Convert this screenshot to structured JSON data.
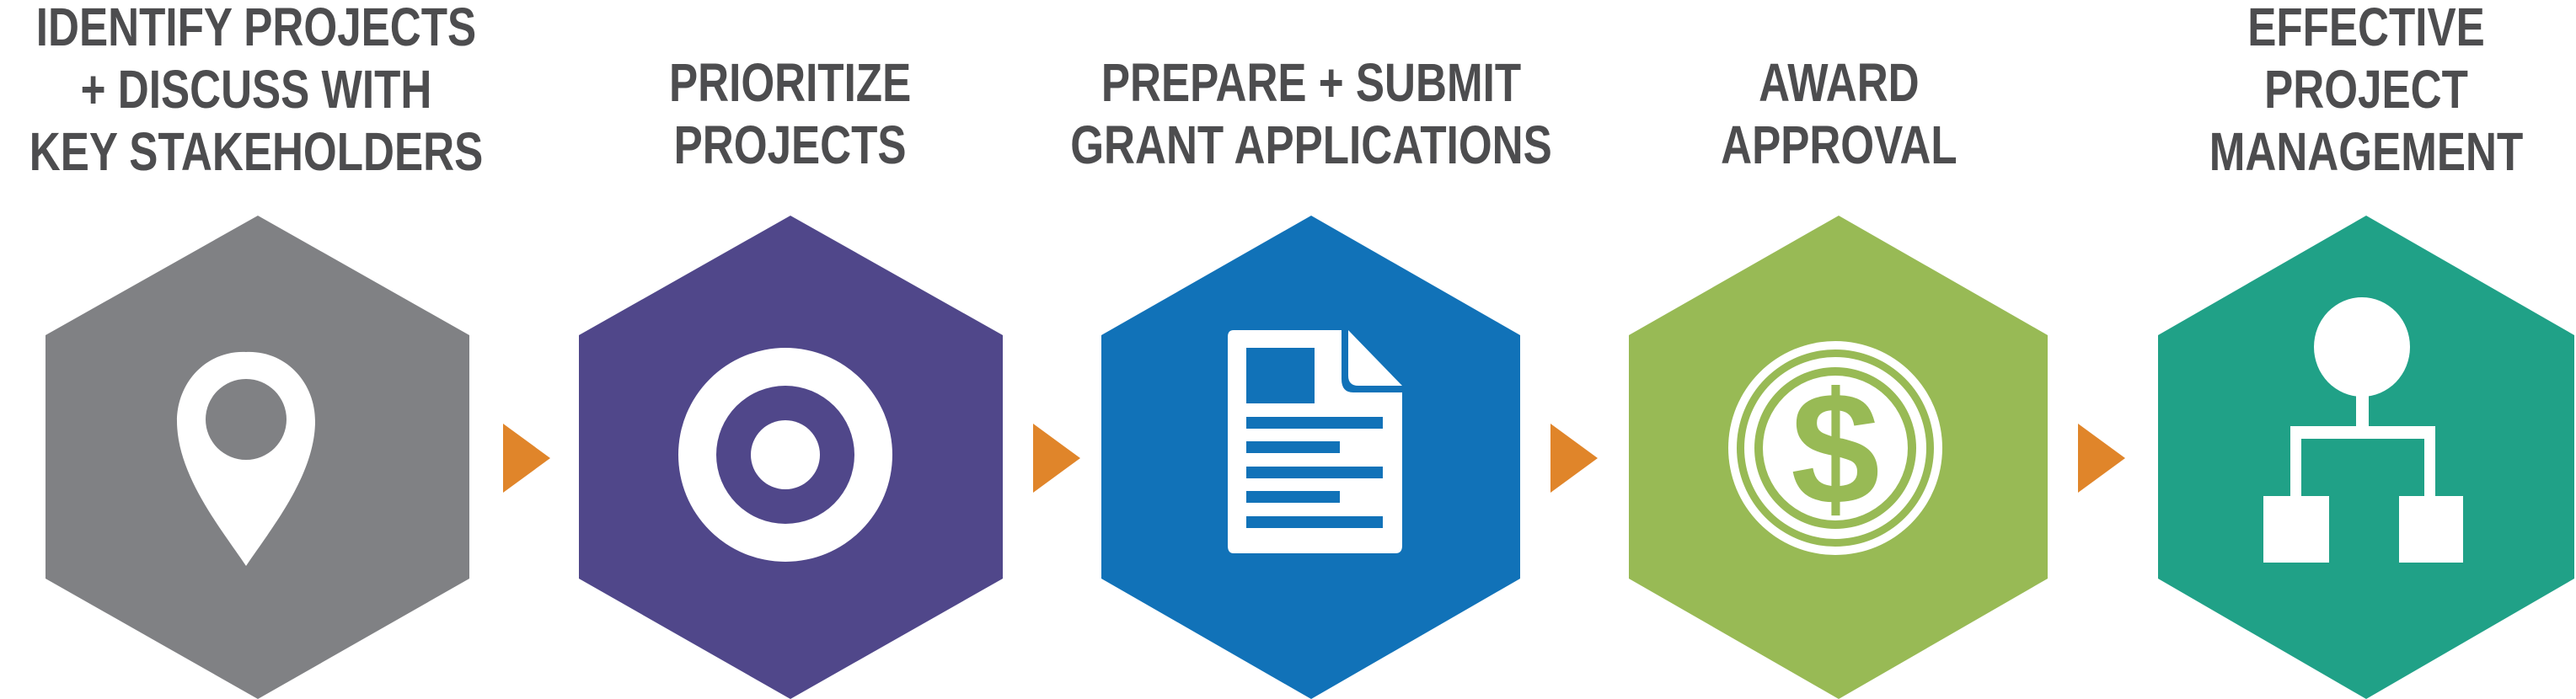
{
  "steps": [
    {
      "lines": [
        "IDENTIFY PROJECTS",
        "+ DISCUSS WITH",
        "KEY STAKEHOLDERS"
      ],
      "icon": "map-pin-icon",
      "color": "#808184"
    },
    {
      "lines": [
        "PRIORITIZE",
        "PROJECTS"
      ],
      "icon": "target-icon",
      "color": "#50478a"
    },
    {
      "lines": [
        "PREPARE + SUBMIT",
        "GRANT APPLICATIONS"
      ],
      "icon": "document-icon",
      "color": "#1172b8"
    },
    {
      "lines": [
        "AWARD",
        "APPROVAL"
      ],
      "icon": "dollar-coin-icon",
      "color": "#98ba55",
      "symbol": "$"
    },
    {
      "lines": [
        "EFFECTIVE",
        "PROJECT",
        "MANAGEMENT"
      ],
      "icon": "org-chart-icon",
      "color": "#20a187"
    }
  ],
  "arrow_color": "#e0852a",
  "text_color": "#4d4d4f"
}
